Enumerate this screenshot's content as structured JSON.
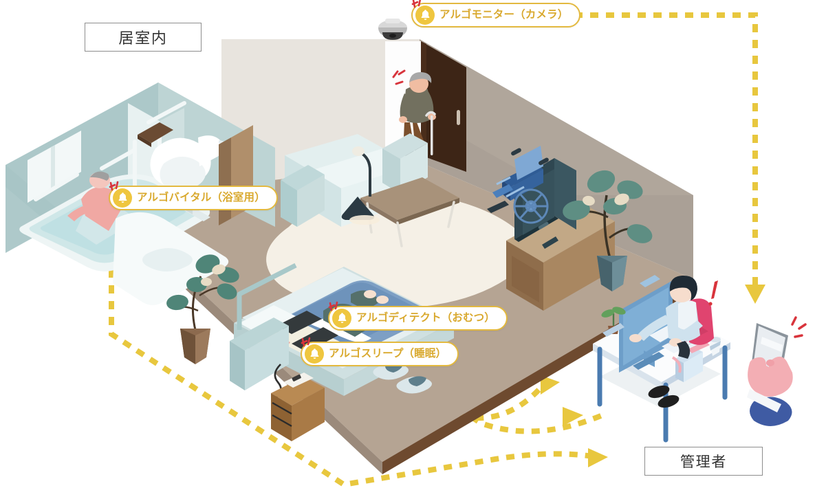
{
  "diagram": {
    "title": "居室内見守りセンサー構成図",
    "type": "isometric-room-illustration",
    "palette": {
      "accent_yellow": "#efc63f",
      "dash_yellow": "#e8c73e",
      "pill_border": "#e3b93f",
      "pill_text": "#d9a92e",
      "alert_red": "#d8343c",
      "floor": "#b5a493",
      "wall_left": "#e5e0da",
      "wall_right": "#aaa096",
      "bath_wall": "#a7c4c6",
      "frame_border": "#8d8d8d",
      "desk_blue": "#5a86b5",
      "sofa_blue": "#d3e3e4"
    }
  },
  "frames": {
    "room": {
      "label": "居室内"
    },
    "admin": {
      "label": "管理者"
    }
  },
  "sensors": [
    {
      "id": "monitor",
      "label": "アルゴモニター（カメラ）",
      "icon": "bell-icon",
      "device": "ceiling-dome-camera",
      "alert": true
    },
    {
      "id": "vital",
      "label": "アルゴバイタル（浴室用）",
      "icon": "bell-icon",
      "device": "bathroom-vital-sensor",
      "alert": true
    },
    {
      "id": "detect",
      "label": "アルゴディテクト（おむつ）",
      "icon": "bell-icon",
      "device": "diaper-detect-sensor",
      "alert": true
    },
    {
      "id": "sleep",
      "label": "アルゴスリープ（睡眠）",
      "icon": "bell-icon",
      "device": "sleep-sensor",
      "alert": true
    }
  ],
  "scene": {
    "bathroom": {
      "items": [
        "bathtub",
        "bather",
        "toilet",
        "grab-bars",
        "window",
        "sink-counter"
      ]
    },
    "living": {
      "items": [
        "sofa",
        "coffee-table",
        "floor-lamp",
        "rug",
        "tv",
        "tv-cabinet",
        "wheelchair",
        "potted-plant",
        "sliding-door",
        "elderly-person-with-cane",
        "dome-camera"
      ]
    },
    "bedroom": {
      "items": [
        "care-bed",
        "resident-lying",
        "bed-rail",
        "nightstand",
        "sensor-unit",
        "slippers",
        "potted-plant"
      ]
    },
    "admin_area": {
      "items": [
        "desk",
        "monitor-display",
        "administrator",
        "office-chair",
        "keyboard",
        "papers",
        "books",
        "coffee-cup",
        "small-plant",
        "smartphone-in-hand"
      ]
    }
  },
  "flows": [
    {
      "from": "monitor",
      "to": "admin",
      "style": "dashed",
      "color": "#e8c73e",
      "arrow": "down"
    },
    {
      "from": "vital",
      "to": "admin",
      "style": "dashed",
      "color": "#e8c73e",
      "arrow": "right"
    },
    {
      "from": "detect",
      "to": "admin",
      "style": "dashed",
      "color": "#e8c73e",
      "arrow": "right"
    },
    {
      "from": "sleep",
      "to": "admin",
      "style": "dashed",
      "color": "#e8c73e",
      "arrow": "right"
    }
  ]
}
